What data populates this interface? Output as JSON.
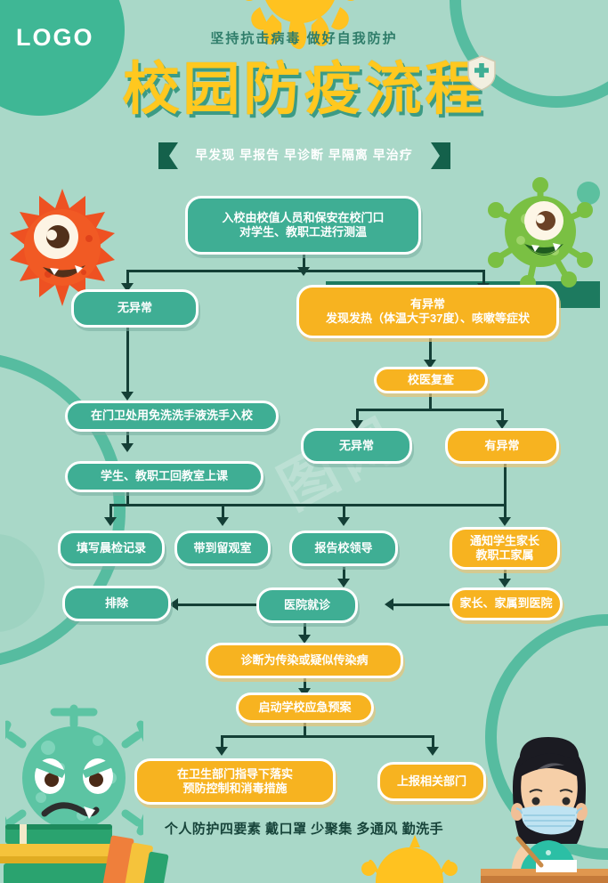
{
  "header": {
    "logo": "LOGO",
    "subtitle": "坚持抗击病毒 做好自我防护",
    "title": "校园防疫流程",
    "ribbon": "早发现 早报告 早诊断 早隔离 早治疗",
    "shield_icon": "shield-cross-icon"
  },
  "colors": {
    "background": "#a9d8c8",
    "green_node": "#3fae94",
    "orange_node": "#f7b320",
    "title_yellow": "#ffc81f",
    "ribbon_green": "#1d7a5f",
    "line_dark": "#143f36",
    "logo_circle": "#3fb795"
  },
  "flow": {
    "n1": "入校由校值人员和保安在校门口\n对学生、教职工进行测温",
    "n2": "无异常",
    "n3": "有异常\n发现发热（体温大于37度）、咳嗽等症状",
    "n4": "校医复查",
    "n5": "无异常",
    "n6": "有异常",
    "n7": "在门卫处用免洗洗手液洗手入校",
    "n8": "学生、教职工回教室上课",
    "n9": "填写晨检记录",
    "n10": "带到留观室",
    "n11": "报告校领导",
    "n12": "通知学生家长\n教职工家属",
    "n13": "排除",
    "n14": "医院就诊",
    "n15": "家长、家属到医院",
    "n16": "诊断为传染或疑似传染病",
    "n17": "启动学校应急预案",
    "n18": "在卫生部门指导下落实\n预防控制和消毒措施",
    "n19": "上报相关部门"
  },
  "footer": {
    "text": "个人防护四要素 戴口罩 少聚集 多通风 勤洗手"
  },
  "characters": {
    "virus_red": "red-virus-character",
    "virus_green": "green-virus-character",
    "virus_angry": "angry-virus-character",
    "girl": "masked-girl-character",
    "books": "stacked-books"
  }
}
